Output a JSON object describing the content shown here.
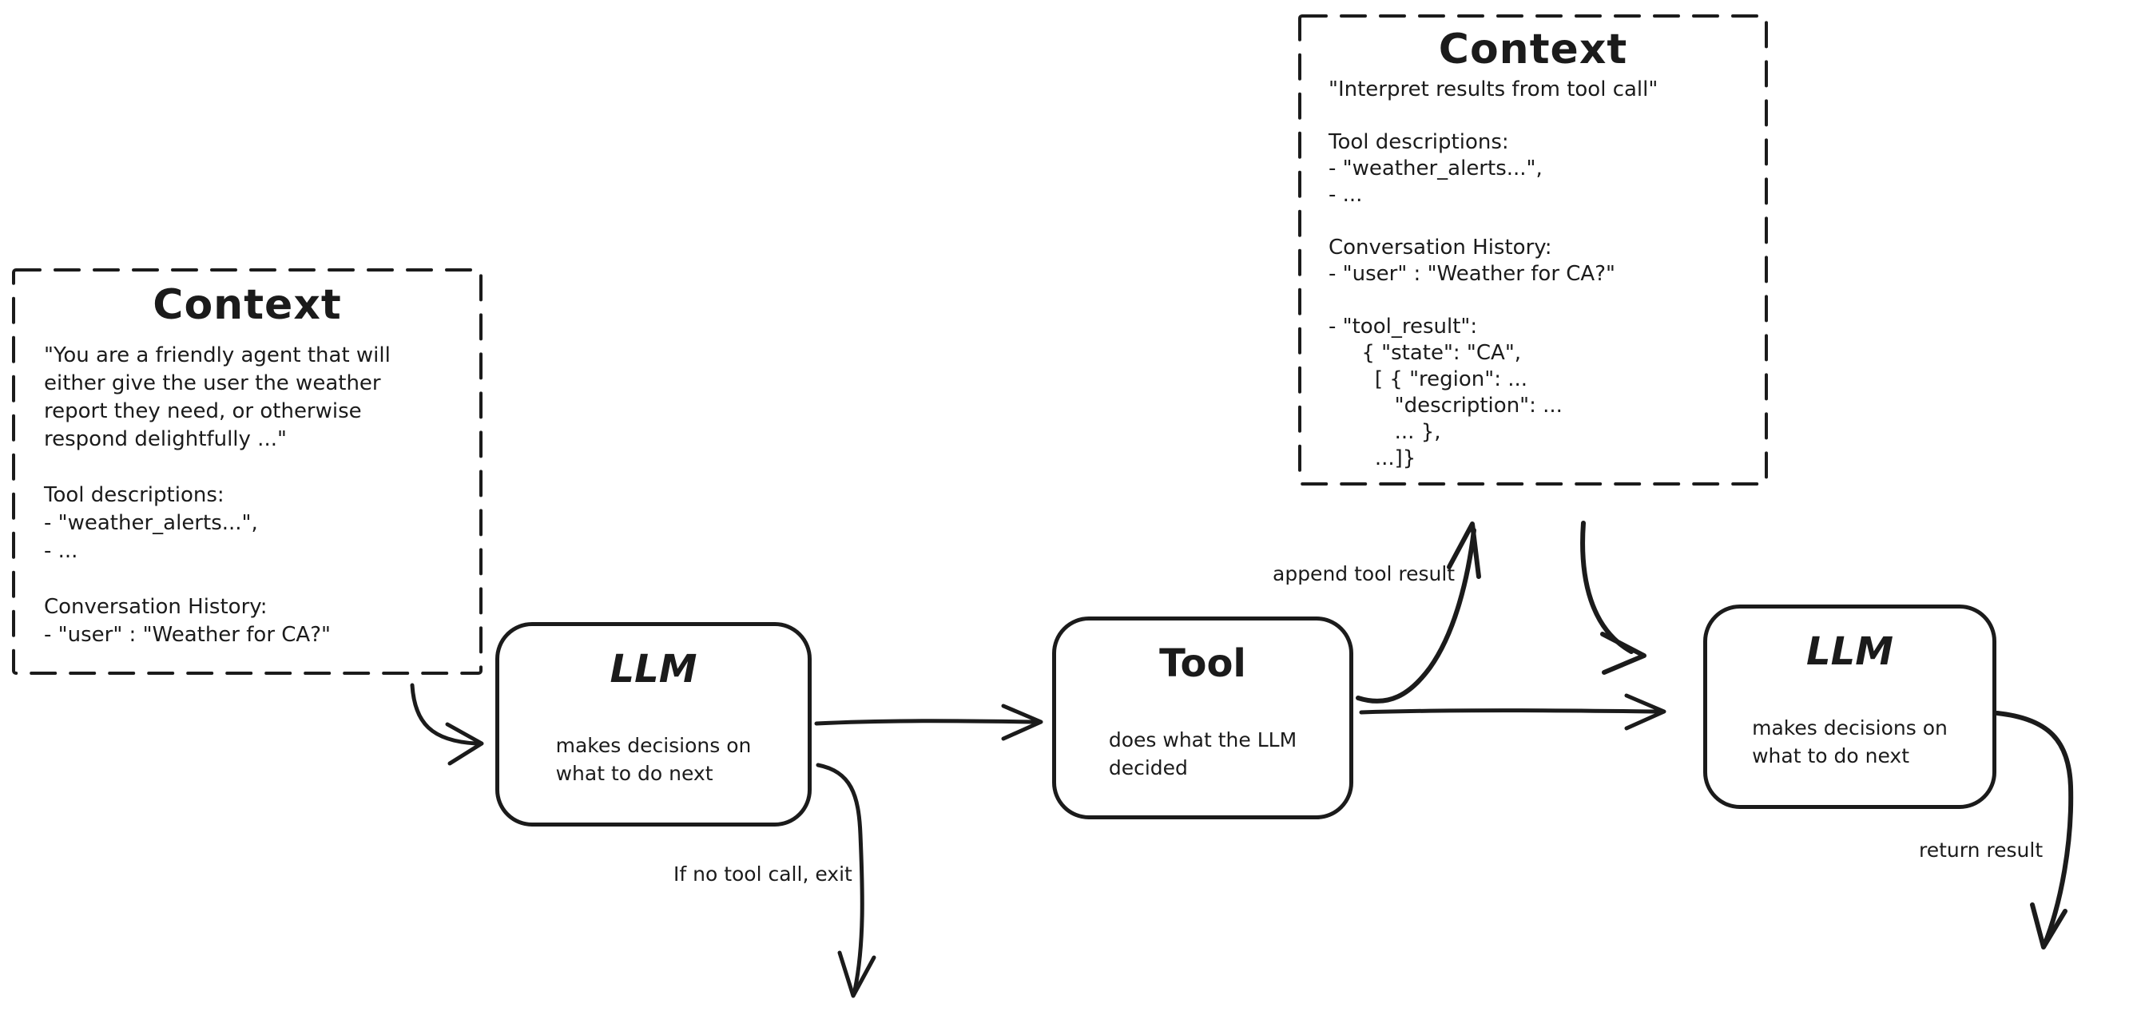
{
  "diagram": {
    "background": "#ffffff",
    "ink": "#1b1b1b",
    "context_left": {
      "title": "Context",
      "body": [
        "\"You are a friendly agent that will",
        "either give the user the weather",
        "report they need, or otherwise",
        "respond delightfully ...\"",
        "",
        "Tool descriptions:",
        "- \"weather_alerts...\",",
        "- ...",
        "",
        "Conversation History:",
        "- \"user\" : \"Weather for CA?\""
      ]
    },
    "context_right": {
      "title": "Context",
      "body": [
        "\"Interpret results from tool call\"",
        "",
        "Tool descriptions:",
        "- \"weather_alerts...\",",
        "- ...",
        "",
        "Conversation History:",
        "- \"user\" : \"Weather for CA?\"",
        "",
        "- \"tool_result\":",
        "     { \"state\": \"CA\",",
        "       [ { \"region\": ...",
        "          \"description\": ...",
        "          ... },",
        "       ...]}"
      ]
    },
    "nodes": {
      "llm_1": {
        "title": "LLM",
        "subtitle": [
          "makes decisions on",
          "what to do next"
        ]
      },
      "tool": {
        "title": "Tool",
        "subtitle": [
          "does what the LLM",
          "decided"
        ]
      },
      "llm_2": {
        "title": "LLM",
        "subtitle": [
          "makes decisions on",
          "what to do next"
        ]
      }
    },
    "edge_labels": {
      "append_tool_result": "append tool result",
      "if_no_tool_call_exit": "If no tool call, exit",
      "return_result": "return result"
    }
  }
}
